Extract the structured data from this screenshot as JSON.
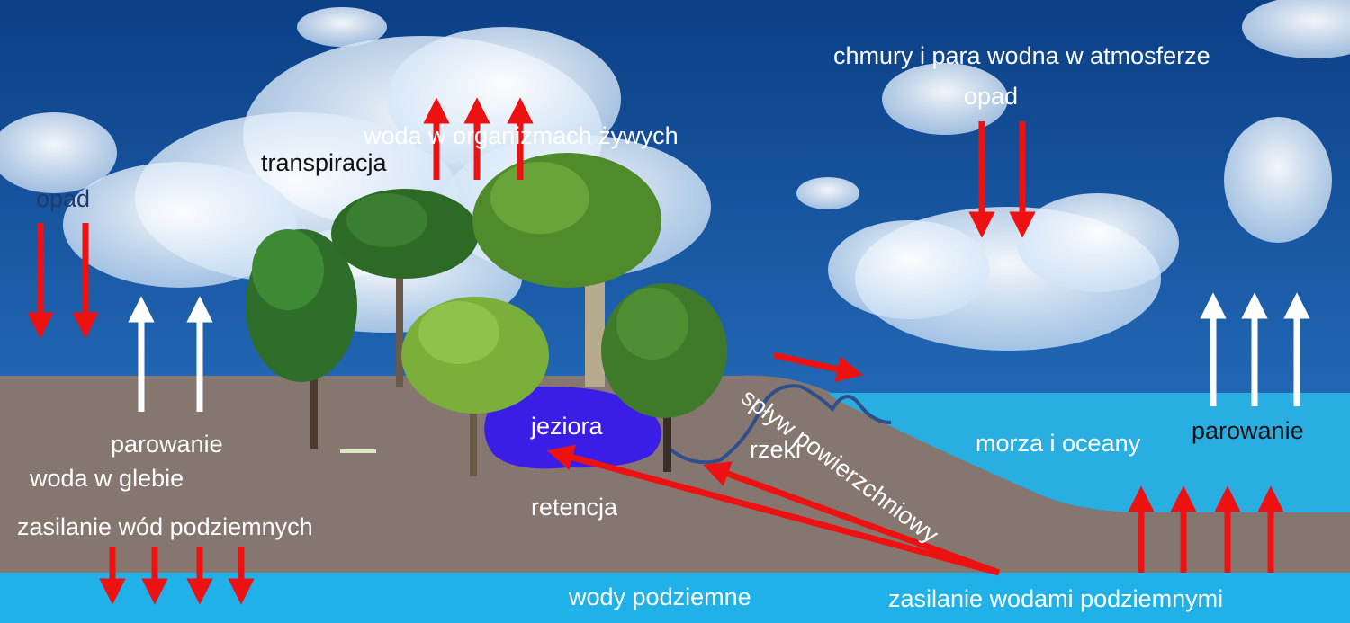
{
  "diagram": {
    "title": "Obieg wody w przyrodzie",
    "colors": {
      "sky_top": "#0b3f86",
      "sky_bottom": "#2f7fd0",
      "ground": "#857670",
      "water": "#29aee2",
      "lake": "#3b1ee6",
      "arrow_red": "#ee1111",
      "arrow_white": "#ffffff",
      "river": "#2f4f8a"
    },
    "labels": {
      "clouds": "chmury i para wodna w atmosferze",
      "precip_right": "opad",
      "precip_left": "opad",
      "organisms": "woda w organizmach żywych",
      "transpiration": "transpiracja",
      "evap_left": "parowanie",
      "soil_water": "woda w glebie",
      "recharge": "zasilanie wód podziemnych",
      "lakes": "jeziora",
      "retention": "retencja",
      "rivers": "rzeki",
      "runoff": "spływ powierzchniowy",
      "seas": "morza i oceany",
      "evap_right": "parowanie",
      "groundwater": "wody podziemne",
      "gw_feed": "zasilanie wodami podziemnymi"
    }
  }
}
